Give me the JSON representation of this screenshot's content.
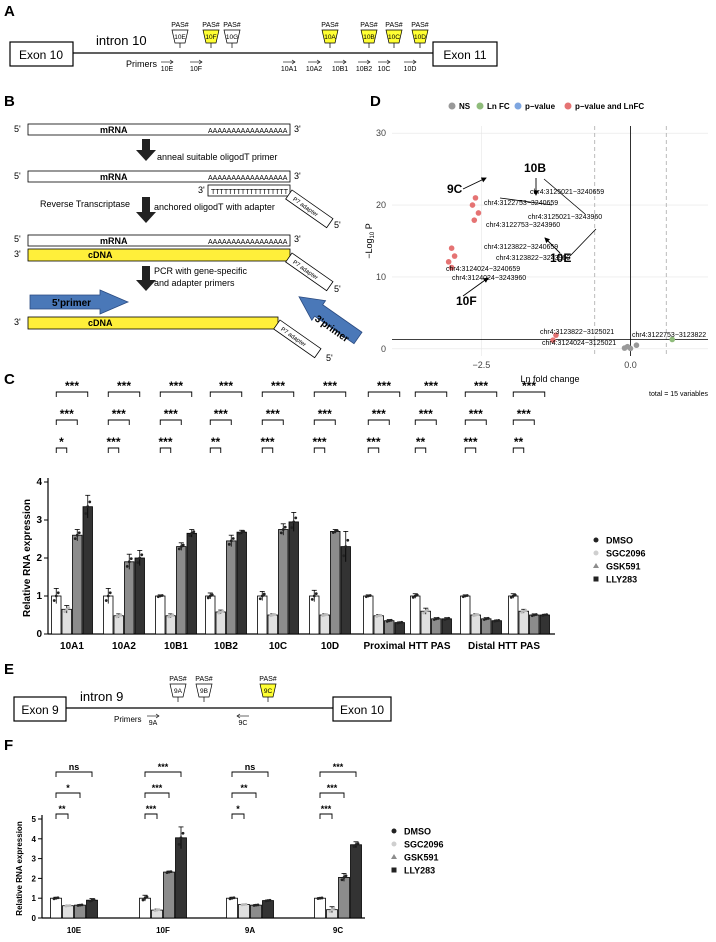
{
  "panels": {
    "a": "A",
    "b": "B",
    "c": "C",
    "d": "D",
    "e": "E",
    "f": "F"
  },
  "panel_a": {
    "exon_left": "Exon 10",
    "exon_right": "Exon 11",
    "intron": "intron 10",
    "primers_label": "Primers",
    "pas_label": "PAS#",
    "pas": [
      {
        "id": "10E",
        "highlight": false
      },
      {
        "id": "10F",
        "highlight": true
      },
      {
        "id": "10G",
        "highlight": false
      },
      {
        "id": "10A",
        "highlight": true
      },
      {
        "id": "10B",
        "highlight": true
      },
      {
        "id": "10C",
        "highlight": true
      },
      {
        "id": "10D",
        "highlight": true
      }
    ],
    "primers": [
      "10E",
      "10F",
      "10A1",
      "10A2",
      "10B1",
      "10B2",
      "10C",
      "10D"
    ],
    "highlight_color": "#ffff33"
  },
  "panel_b": {
    "five": "5'",
    "three": "3'",
    "mrna": "mRNA",
    "cdna": "cDNA",
    "polyA": "AAAAAAAAAAAAAAAAA",
    "polyT": "TTTTTTTTTTTTTTTTTT",
    "step1": "anneal suitable oligodT primer",
    "step2": "Reverse Transcriptase",
    "step2b": "anchored oligodT with adapter",
    "step3a": "PCR with gene-specific",
    "step3b": "and adapter primers",
    "adapter": "P7 adapter",
    "primer5": "5'primer",
    "primer3": "3'primer",
    "cdna_color": "#ffef3a",
    "primer_color": "#4a78b8"
  },
  "panel_c": {
    "ylabel": "Relative RNA expression",
    "legend": [
      "DMSO",
      "SGC2096",
      "GSK591",
      "LLY283"
    ],
    "sig_grid": [
      [
        "*",
        "***",
        "***"
      ],
      [
        "***",
        "***",
        "***"
      ],
      [
        "***",
        "***",
        "***"
      ],
      [
        "**",
        "***",
        "***"
      ],
      [
        "***",
        "***",
        "***"
      ],
      [
        "***",
        "***",
        "***"
      ],
      [
        "***",
        "***",
        "***"
      ],
      [
        "**",
        "***",
        "***"
      ],
      [
        "***",
        "***",
        "***"
      ],
      [
        "**",
        "***",
        "***"
      ]
    ]
  },
  "chart_data": [
    {
      "type": "bar",
      "panel": "C",
      "ylabel": "Relative RNA expression",
      "ylim": [
        0,
        4
      ],
      "yticks": [
        "0",
        "1",
        "2",
        "3",
        "4"
      ],
      "categories": [
        "10A1",
        "10A2",
        "10B1",
        "10B2",
        "10C",
        "10D",
        "Proximal HTT PAS",
        "Distal HTT PAS"
      ],
      "series": [
        {
          "name": "DMSO",
          "color": "#ffffff",
          "values": [
            1.0,
            1.0,
            1.0,
            1.0,
            1.0,
            1.0,
            1.0,
            1.0,
            1.0,
            1.0
          ],
          "errors": [
            0.2,
            0.2,
            0.03,
            0.08,
            0.12,
            0.15,
            0.03,
            0.06,
            0.03,
            0.06
          ]
        },
        {
          "name": "SGC2096",
          "color": "#e0e0e0",
          "values": [
            0.65,
            0.48,
            0.48,
            0.58,
            0.5,
            0.5,
            0.48,
            0.6,
            0.5,
            0.6
          ],
          "errors": [
            0.1,
            0.05,
            0.05,
            0.05,
            0.03,
            0.03,
            0.03,
            0.08,
            0.03,
            0.05
          ]
        },
        {
          "name": "GSK591",
          "color": "#8c8c8c",
          "values": [
            2.6,
            1.9,
            2.3,
            2.45,
            2.75,
            2.7,
            0.35,
            0.4,
            0.4,
            0.5
          ],
          "errors": [
            0.15,
            0.2,
            0.1,
            0.15,
            0.15,
            0.05,
            0.03,
            0.03,
            0.03,
            0.03
          ]
        },
        {
          "name": "LLY283",
          "color": "#333333",
          "values": [
            3.35,
            2.0,
            2.65,
            2.68,
            2.95,
            2.3,
            0.3,
            0.4,
            0.35,
            0.5
          ],
          "errors": [
            0.3,
            0.2,
            0.1,
            0.05,
            0.25,
            0.4,
            0.02,
            0.03,
            0.02,
            0.02
          ]
        }
      ],
      "bar_groups": [
        "10A1",
        "10A2",
        "10B1",
        "10B2",
        "10C",
        "10D",
        "Proximal HTT PAS",
        "Proximal HTT PAS",
        "Distal HTT PAS",
        "Distal HTT PAS"
      ]
    },
    {
      "type": "scatter",
      "panel": "D",
      "xlabel": "Ln fold change",
      "xlim": [
        -4,
        1.3
      ],
      "ylim": [
        -1,
        31
      ],
      "xticks": [
        -2.5,
        0.0
      ],
      "xtick_labels": [
        "−2.5",
        "0.0"
      ],
      "yticks": [
        0,
        10,
        20,
        30
      ],
      "legend": [
        "NS",
        "Ln FC",
        "p−value",
        "p−value and LnFC"
      ],
      "legend_colors": [
        "#999999",
        "#8fbc7b",
        "#7ea6e0",
        "#e57373"
      ],
      "vlines": [
        -0.6,
        0.6
      ],
      "hline": 1.3,
      "caption": "total = 15 variables",
      "points": [
        {
          "x": -2.6,
          "y": 21.0,
          "group": 3,
          "label": "chr4:3125021−3240659"
        },
        {
          "x": -2.65,
          "y": 20.0,
          "group": 3,
          "label": "chr4:3122753−3240659"
        },
        {
          "x": -2.55,
          "y": 18.9,
          "group": 3,
          "label": "chr4:3125021−3243960"
        },
        {
          "x": -2.62,
          "y": 17.9,
          "group": 3,
          "label": "chr4:3122753−3243960"
        },
        {
          "x": -3.0,
          "y": 14.0,
          "group": 3,
          "label": "chr4:3123822−3240659"
        },
        {
          "x": -2.95,
          "y": 12.9,
          "group": 3,
          "label": "chr4:3123822−3243960"
        },
        {
          "x": -3.05,
          "y": 12.1,
          "group": 3,
          "label": "chr4:3124024−3240659"
        },
        {
          "x": -3.0,
          "y": 11.3,
          "group": 3,
          "label": "chr4:3124024−3243960"
        },
        {
          "x": -1.25,
          "y": 1.9,
          "group": 3,
          "label": "chr4:3123822−3125021"
        },
        {
          "x": -1.3,
          "y": 1.2,
          "group": 3,
          "label": "chr4:3124024−3125021"
        },
        {
          "x": 0.7,
          "y": 1.3,
          "group": 1,
          "label": "chr4:3122753−3123822"
        },
        {
          "x": -0.1,
          "y": 0.1,
          "group": 0,
          "label": ""
        },
        {
          "x": 0.1,
          "y": 0.5,
          "group": 0,
          "label": ""
        },
        {
          "x": 0.0,
          "y": 0.05,
          "group": 0,
          "label": ""
        },
        {
          "x": -0.05,
          "y": 0.3,
          "group": 0,
          "label": ""
        }
      ],
      "annotations": [
        "10B",
        "9C",
        "10F",
        "10E"
      ]
    },
    {
      "type": "bar",
      "panel": "F",
      "ylabel": "Relative RNA expression",
      "ylim": [
        0,
        5
      ],
      "yticks": [
        "0",
        "1",
        "2",
        "3",
        "4",
        "5"
      ],
      "categories": [
        "10E",
        "10F",
        "9A",
        "9C"
      ],
      "series": [
        {
          "name": "DMSO",
          "color": "#ffffff",
          "values": [
            1.0,
            1.0,
            1.0,
            1.0
          ],
          "errors": [
            0.05,
            0.15,
            0.05,
            0.03
          ]
        },
        {
          "name": "SGC2096",
          "color": "#e0e0e0",
          "values": [
            0.62,
            0.4,
            0.68,
            0.42
          ],
          "errors": [
            0.03,
            0.05,
            0.03,
            0.15
          ]
        },
        {
          "name": "GSK591",
          "color": "#8c8c8c",
          "values": [
            0.65,
            2.32,
            0.65,
            2.05
          ],
          "errors": [
            0.03,
            0.05,
            0.03,
            0.2
          ]
        },
        {
          "name": "LLY283",
          "color": "#333333",
          "values": [
            0.9,
            4.05,
            0.88,
            3.7
          ],
          "errors": [
            0.08,
            0.55,
            0.03,
            0.15
          ]
        }
      ],
      "significance": [
        [
          "**",
          "*",
          "ns"
        ],
        [
          "***",
          "***",
          "***"
        ],
        [
          "*",
          "**",
          "ns"
        ],
        [
          "***",
          "***",
          "***"
        ]
      ]
    }
  ],
  "panel_e": {
    "exon_left": "Exon 9",
    "exon_right": "Exon 10",
    "intron": "intron 9",
    "primers_label": "Primers",
    "pas_label": "PAS#",
    "pas": [
      {
        "id": "9A",
        "highlight": false
      },
      {
        "id": "9B",
        "highlight": false
      },
      {
        "id": "9C",
        "highlight": true
      }
    ],
    "primers": [
      "9A",
      "9C"
    ]
  },
  "panel_f": {
    "ylabel": "Relative RNA expression",
    "legend": [
      "DMSO",
      "SGC2096",
      "GSK591",
      "LLY283"
    ]
  }
}
